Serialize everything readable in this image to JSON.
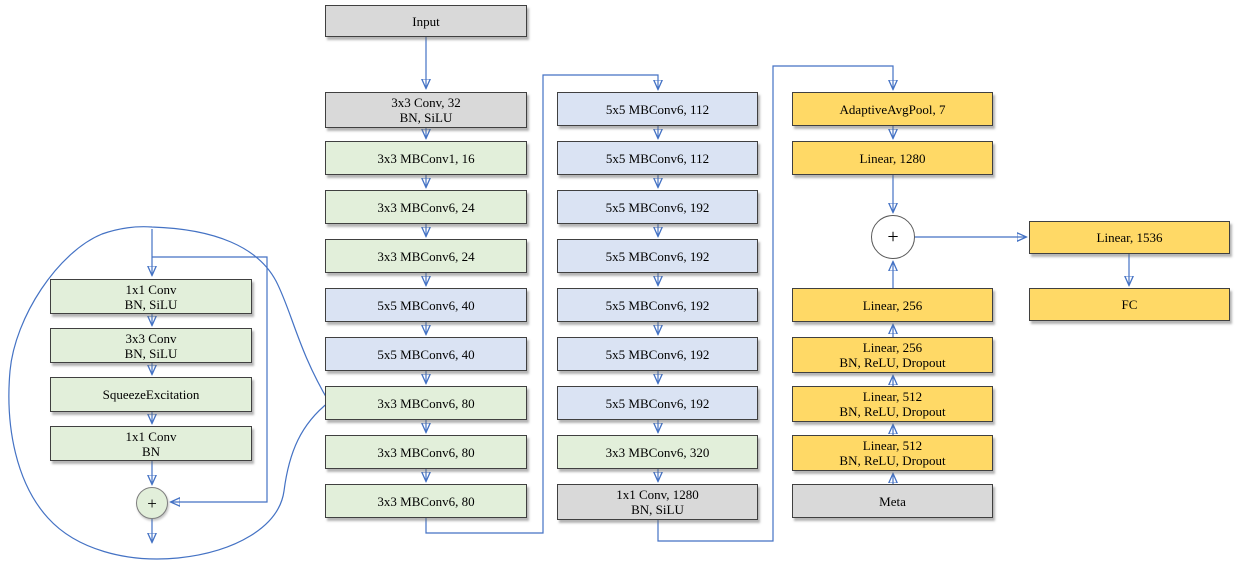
{
  "diagram": {
    "arrow_color": "#4472C4",
    "colors": {
      "gray": "#D9D9D9",
      "green": "#E2EFDA",
      "blue": "#DAE3F3",
      "yellow": "#FFD966"
    },
    "nodes": {
      "left": [
        "1x1 Conv\nBN, SiLU",
        "3x3 Conv\nBN, SiLU",
        "SqueezeExcitation",
        "1x1 Conv\nBN"
      ],
      "left_plus": "+",
      "col1": [
        "Input",
        "3x3 Conv, 32\nBN, SiLU",
        "3x3 MBConv1, 16",
        "3x3 MBConv6, 24",
        "3x3 MBConv6, 24",
        "5x5 MBConv6, 40",
        "5x5 MBConv6, 40",
        "3x3 MBConv6, 80",
        "3x3 MBConv6, 80",
        "3x3 MBConv6, 80"
      ],
      "col2": [
        "5x5 MBConv6, 112",
        "5x5 MBConv6, 112",
        "5x5 MBConv6, 192",
        "5x5 MBConv6, 192",
        "5x5 MBConv6, 192",
        "5x5 MBConv6, 192",
        "5x5 MBConv6, 192",
        "3x3 MBConv6, 320",
        "1x1 Conv, 1280\nBN, SiLU"
      ],
      "col3_top": [
        "AdaptiveAvgPool, 7",
        "Linear, 1280"
      ],
      "col3_plus": "+",
      "col3_bottom": [
        "Linear, 256",
        "Linear, 256\nBN, ReLU, Dropout",
        "Linear, 512\nBN, ReLU, Dropout",
        "Linear, 512\nBN, ReLU, Dropout",
        "Meta"
      ],
      "col4": [
        "Linear, 1536",
        "FC"
      ]
    }
  }
}
